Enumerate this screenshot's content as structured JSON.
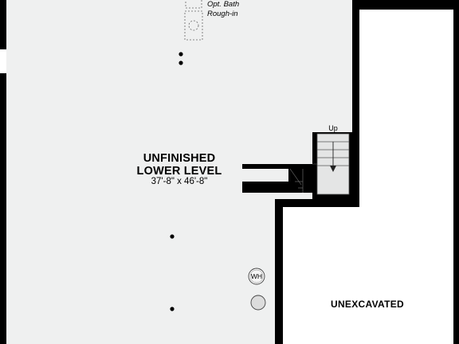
{
  "rooms": {
    "lower_level": {
      "name_line1": "UNFINISHED",
      "name_line2": "LOWER LEVEL",
      "dimensions": "37'-8\" x 46'-8\""
    },
    "unexcavated": {
      "name": "UNEXCAVATED"
    }
  },
  "fixtures": {
    "bath_rough_in": {
      "line1": "Opt. Bath",
      "line2": "Rough-in"
    },
    "water_heater": "WH"
  },
  "stairs": {
    "direction_label": "Up"
  },
  "colors": {
    "wall": "#000000",
    "floor": "#eff0f0",
    "stair_fill": "#e4e5e5",
    "background": "#ffffff"
  }
}
